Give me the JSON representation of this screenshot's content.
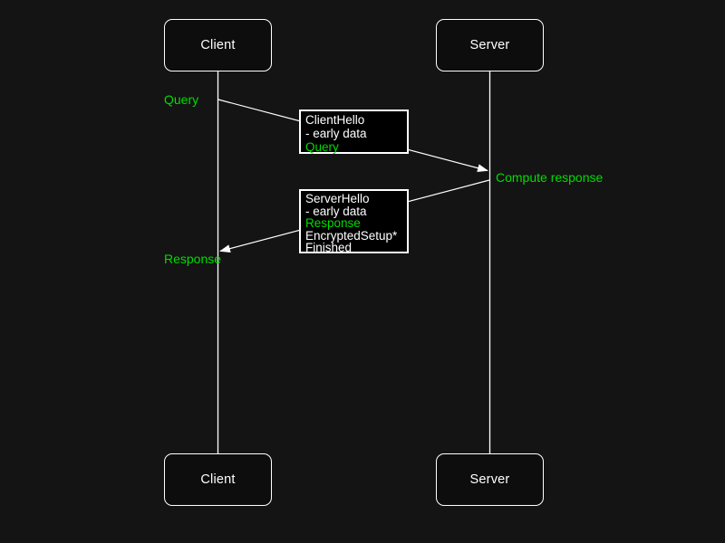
{
  "diagram": {
    "type": "sequence-diagram",
    "actors": [
      {
        "id": "client",
        "label": "Client"
      },
      {
        "id": "server",
        "label": "Server"
      }
    ],
    "labels": {
      "query": "Query",
      "response": "Response",
      "compute_response": "Compute response"
    },
    "messages": [
      {
        "id": "client-hello",
        "from": "client",
        "to": "server",
        "lines": [
          {
            "text": "ClientHello",
            "color": "white"
          },
          {
            "text": "- early data",
            "color": "white"
          },
          {
            "text": "Query",
            "color": "green"
          }
        ]
      },
      {
        "id": "server-hello",
        "from": "server",
        "to": "client",
        "lines": [
          {
            "text": "ServerHello",
            "color": "white"
          },
          {
            "text": "- early data",
            "color": "white"
          },
          {
            "text": "Response",
            "color": "green"
          },
          {
            "text": "EncryptedSetup*",
            "color": "white"
          },
          {
            "text": "Finished",
            "color": "white"
          }
        ]
      }
    ],
    "colors": {
      "background": "#141414",
      "box_fill": "#0d0d0d",
      "message_fill": "#000000",
      "stroke": "#ffffff",
      "text": "#ffffff",
      "accent_green": "#00dd00"
    }
  }
}
